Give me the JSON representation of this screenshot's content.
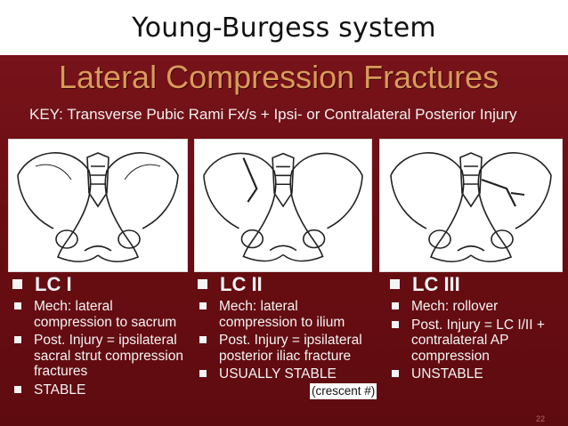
{
  "slide": {
    "title": "Young-Burgess system"
  },
  "panel": {
    "heading": "Lateral Compression Fractures",
    "key": "KEY: Transverse Pubic Rami Fx/s + Ipsi- or Contralateral Posterior Injury",
    "page_number": "22"
  },
  "columns": [
    {
      "title": "LC I",
      "items": [
        "Mech: lateral compression to sacrum",
        "Post. Injury = ipsilateral sacral strut compression fractures",
        "STABLE"
      ]
    },
    {
      "title": "LC II",
      "items": [
        "Mech: lateral compression to ilium",
        "Post. Injury = ipsilateral posterior iliac fracture",
        "USUALLY STABLE"
      ]
    },
    {
      "title": "LC III",
      "items": [
        "Mech: rollover",
        "Post. Injury = LC I/II + contralateral AP compression",
        "UNSTABLE"
      ]
    }
  ],
  "callout": "(crescent #)",
  "icons": [
    "pelvis-lc1-illustration",
    "pelvis-lc2-illustration",
    "pelvis-lc3-illustration",
    "square-bullet-icon"
  ],
  "colors": {
    "panel": "#6b0f14",
    "heading": "#d99a5a",
    "text": "#f4f4f4"
  }
}
